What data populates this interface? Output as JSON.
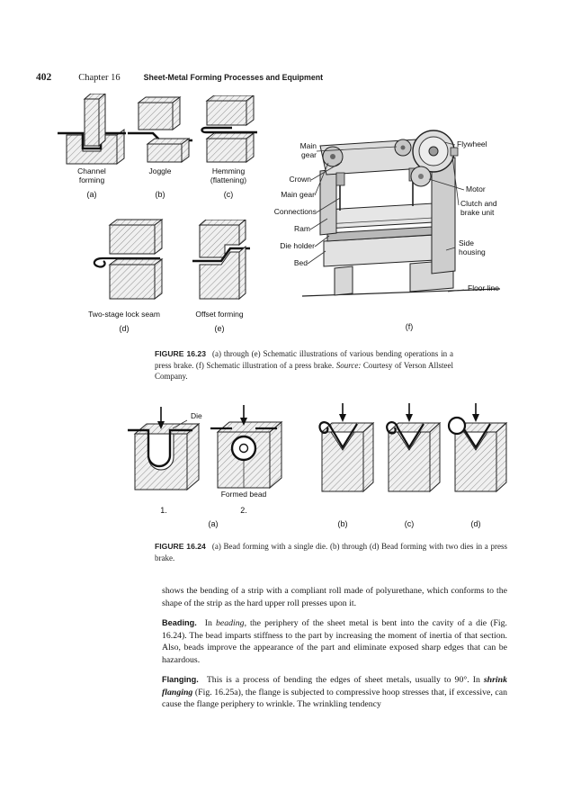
{
  "header": {
    "page_number": "402",
    "chapter": "Chapter 16",
    "title": "Sheet-Metal Forming Processes and Equipment"
  },
  "figure23": {
    "ops": [
      {
        "label": "Channel\nforming",
        "tag": "(a)"
      },
      {
        "label": "Joggle",
        "tag": "(b)"
      },
      {
        "label": "Hemming\n(flattening)",
        "tag": "(c)"
      },
      {
        "label": "Two-stage lock seam",
        "tag": "(d)"
      },
      {
        "label": "Offset forming",
        "tag": "(e)"
      }
    ],
    "machine_tag": "(f)",
    "machine_labels": {
      "main_gear_top": "Main\ngear",
      "crown": "Crown",
      "main_gear": "Main gear",
      "connections": "Connections",
      "ram": "Ram",
      "die_holder": "Die holder",
      "bed": "Bed",
      "flywheel": "Flywheel",
      "motor": "Motor",
      "clutch": "Clutch and\nbrake unit",
      "side_housing": "Side\nhousing",
      "floor_line": "Floor line"
    },
    "caption": {
      "label": "FIGURE 16.23",
      "text1": "(a) through (e) Schematic illustrations of various bending operations in a press brake. (f) Schematic illustration of a press brake. ",
      "source_label": "Source:",
      "text2": " Courtesy of Verson Allsteel Company."
    }
  },
  "figure24": {
    "die_label": "Die",
    "formed_bead_label": "Formed bead",
    "step1": "1.",
    "step2": "2.",
    "tags": [
      "(a)",
      "(b)",
      "(c)",
      "(d)"
    ],
    "caption": {
      "label": "FIGURE 16.24",
      "text": "(a) Bead forming with a single die. (b) through (d) Bead forming with two dies in a press brake."
    }
  },
  "body": {
    "para1": "shows the bending of a strip with a compliant roll made of polyurethane, which conforms to the shape of the strip as the hard upper roll presses upon it.",
    "beading": {
      "head": "Beading.",
      "t1": "In ",
      "em1": "beading",
      "t2": ", the periphery of the sheet metal is bent into the cavity of a die (Fig. 16.24). The bead imparts stiffness to the part by increasing the moment of inertia of that section. Also, beads improve the appearance of the part and eliminate exposed sharp edges that can be hazardous."
    },
    "flanging": {
      "head": "Flanging.",
      "t1": "This is a process of bending the edges of sheet metals, usually to 90°. In ",
      "em1": "shrink flanging",
      "t2": " (Fig. 16.25a), the flange is subjected to compressive hoop stresses that, if excessive, can cause the flange periphery to wrinkle. The wrinkling tendency"
    }
  }
}
